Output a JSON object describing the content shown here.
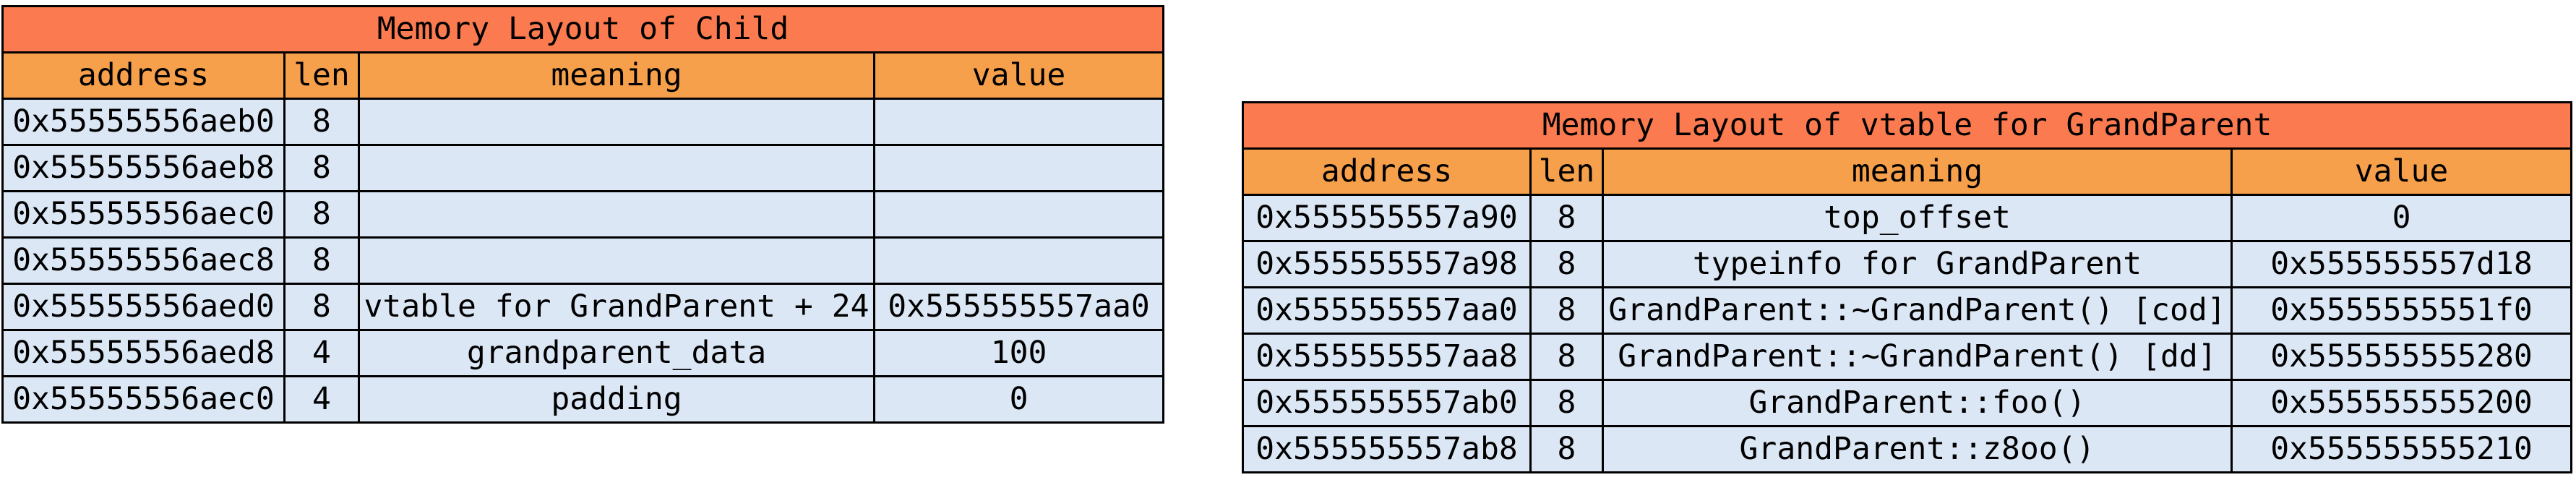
{
  "colors": {
    "title_bg": "#fb7a50",
    "header_bg": "#f7a04b",
    "row_bg": "#dce7f6",
    "border": "#000000",
    "text": "#000000",
    "background": "#ffffff"
  },
  "tables": [
    {
      "title": "Memory Layout of Child",
      "columns": [
        "address",
        "len",
        "meaning",
        "value"
      ],
      "rows": [
        [
          "0x55555556aeb0",
          "8",
          "",
          ""
        ],
        [
          "0x55555556aeb8",
          "8",
          "",
          ""
        ],
        [
          "0x55555556aec0",
          "8",
          "",
          ""
        ],
        [
          "0x55555556aec8",
          "8",
          "",
          ""
        ],
        [
          "0x55555556aed0",
          "8",
          "vtable for GrandParent + 24",
          "0x555555557aa0"
        ],
        [
          "0x55555556aed8",
          "4",
          "grandparent_data",
          "100"
        ],
        [
          "0x55555556aec0",
          "4",
          "padding",
          "0"
        ]
      ]
    },
    {
      "title": "Memory Layout of vtable for GrandParent",
      "columns": [
        "address",
        "len",
        "meaning",
        "value"
      ],
      "rows": [
        [
          "0x555555557a90",
          "8",
          "top_offset",
          "0"
        ],
        [
          "0x555555557a98",
          "8",
          "typeinfo for GrandParent",
          "0x555555557d18"
        ],
        [
          "0x555555557aa0",
          "8",
          "GrandParent::~GrandParent() [cod]",
          "0x5555555551f0"
        ],
        [
          "0x555555557aa8",
          "8",
          "GrandParent::~GrandParent() [dd]",
          "0x555555555280"
        ],
        [
          "0x555555557ab0",
          "8",
          "GrandParent::foo()",
          "0x555555555200"
        ],
        [
          "0x555555557ab8",
          "8",
          "GrandParent::z8oo()",
          "0x555555555210"
        ]
      ]
    }
  ]
}
